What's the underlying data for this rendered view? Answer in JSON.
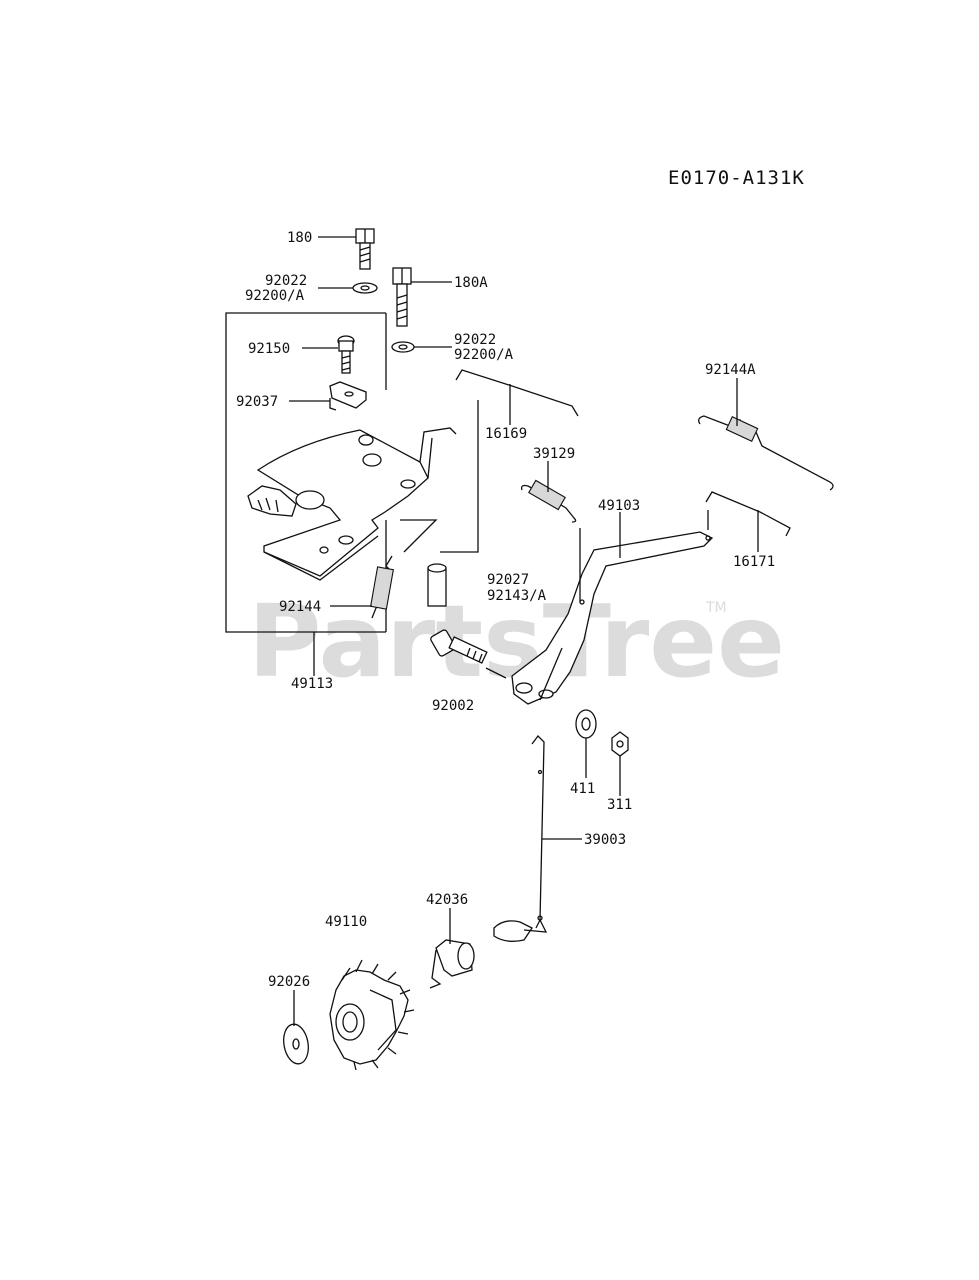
{
  "diagram_code": "E0170-A131K",
  "watermark": {
    "text": "PartsTree",
    "trademark": "TM"
  },
  "parts": {
    "p180": "180",
    "p180a": "180A",
    "p92022_top": "92022",
    "p92200a_top": "92200/A",
    "p92022_mid": "92022",
    "p92200a_mid": "92200/A",
    "p92150": "92150",
    "p92037": "92037",
    "p16169": "16169",
    "p92144a": "92144A",
    "p39129": "39129",
    "p49103": "49103",
    "p16171": "16171",
    "p92027": "92027",
    "p92143a": "92143/A",
    "p92144": "92144",
    "p49113": "49113",
    "p92002": "92002",
    "p411": "411",
    "p311": "311",
    "p39003": "39003",
    "p42036": "42036",
    "p49110": "49110",
    "p92026": "92026"
  }
}
